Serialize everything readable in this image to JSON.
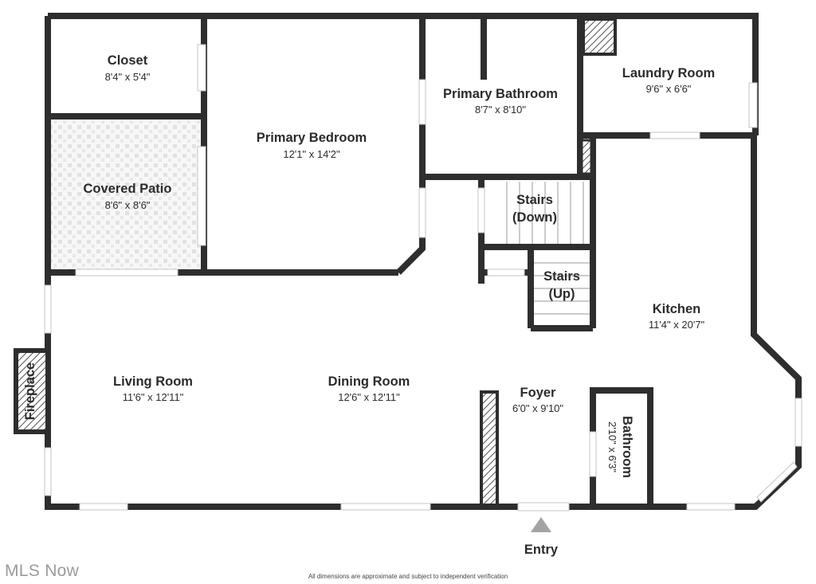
{
  "rooms": {
    "closet": {
      "name": "Closet",
      "dims": "8'4\" x 5'4\""
    },
    "primary_bedroom": {
      "name": "Primary Bedroom",
      "dims": "12'1\" x 14'2\""
    },
    "primary_bathroom": {
      "name": "Primary Bathroom",
      "dims": "8'7\" x 8'10\""
    },
    "laundry_room": {
      "name": "Laundry Room",
      "dims": "9'6\" x 6'6\""
    },
    "covered_patio": {
      "name": "Covered Patio",
      "dims": "8'6\" x 8'6\""
    },
    "stairs_down": {
      "line1": "Stairs",
      "line2": "(Down)"
    },
    "stairs_up": {
      "line1": "Stairs",
      "line2": "(Up)"
    },
    "kitchen": {
      "name": "Kitchen",
      "dims": "11'4\" x 20'7\""
    },
    "living_room": {
      "name": "Living Room",
      "dims": "11'6\" x 12'11\""
    },
    "dining_room": {
      "name": "Dining Room",
      "dims": "12'6\" x 12'11\""
    },
    "foyer": {
      "name": "Foyer",
      "dims": "6'0\" x 9'10\""
    },
    "bathroom": {
      "name": "Bathroom",
      "dims": "2'10\" x 6'3\""
    }
  },
  "fireplace_label": "Fireplace",
  "entry_label": "Entry",
  "watermark": "MLS Now",
  "disclaimer": "All dimensions are approximate and subject to independent verification",
  "colors": {
    "wall": "#2e2e2e",
    "window": "#c9c9c9",
    "hatch": "#555555",
    "entry_arrow": "#a3a3a3"
  }
}
